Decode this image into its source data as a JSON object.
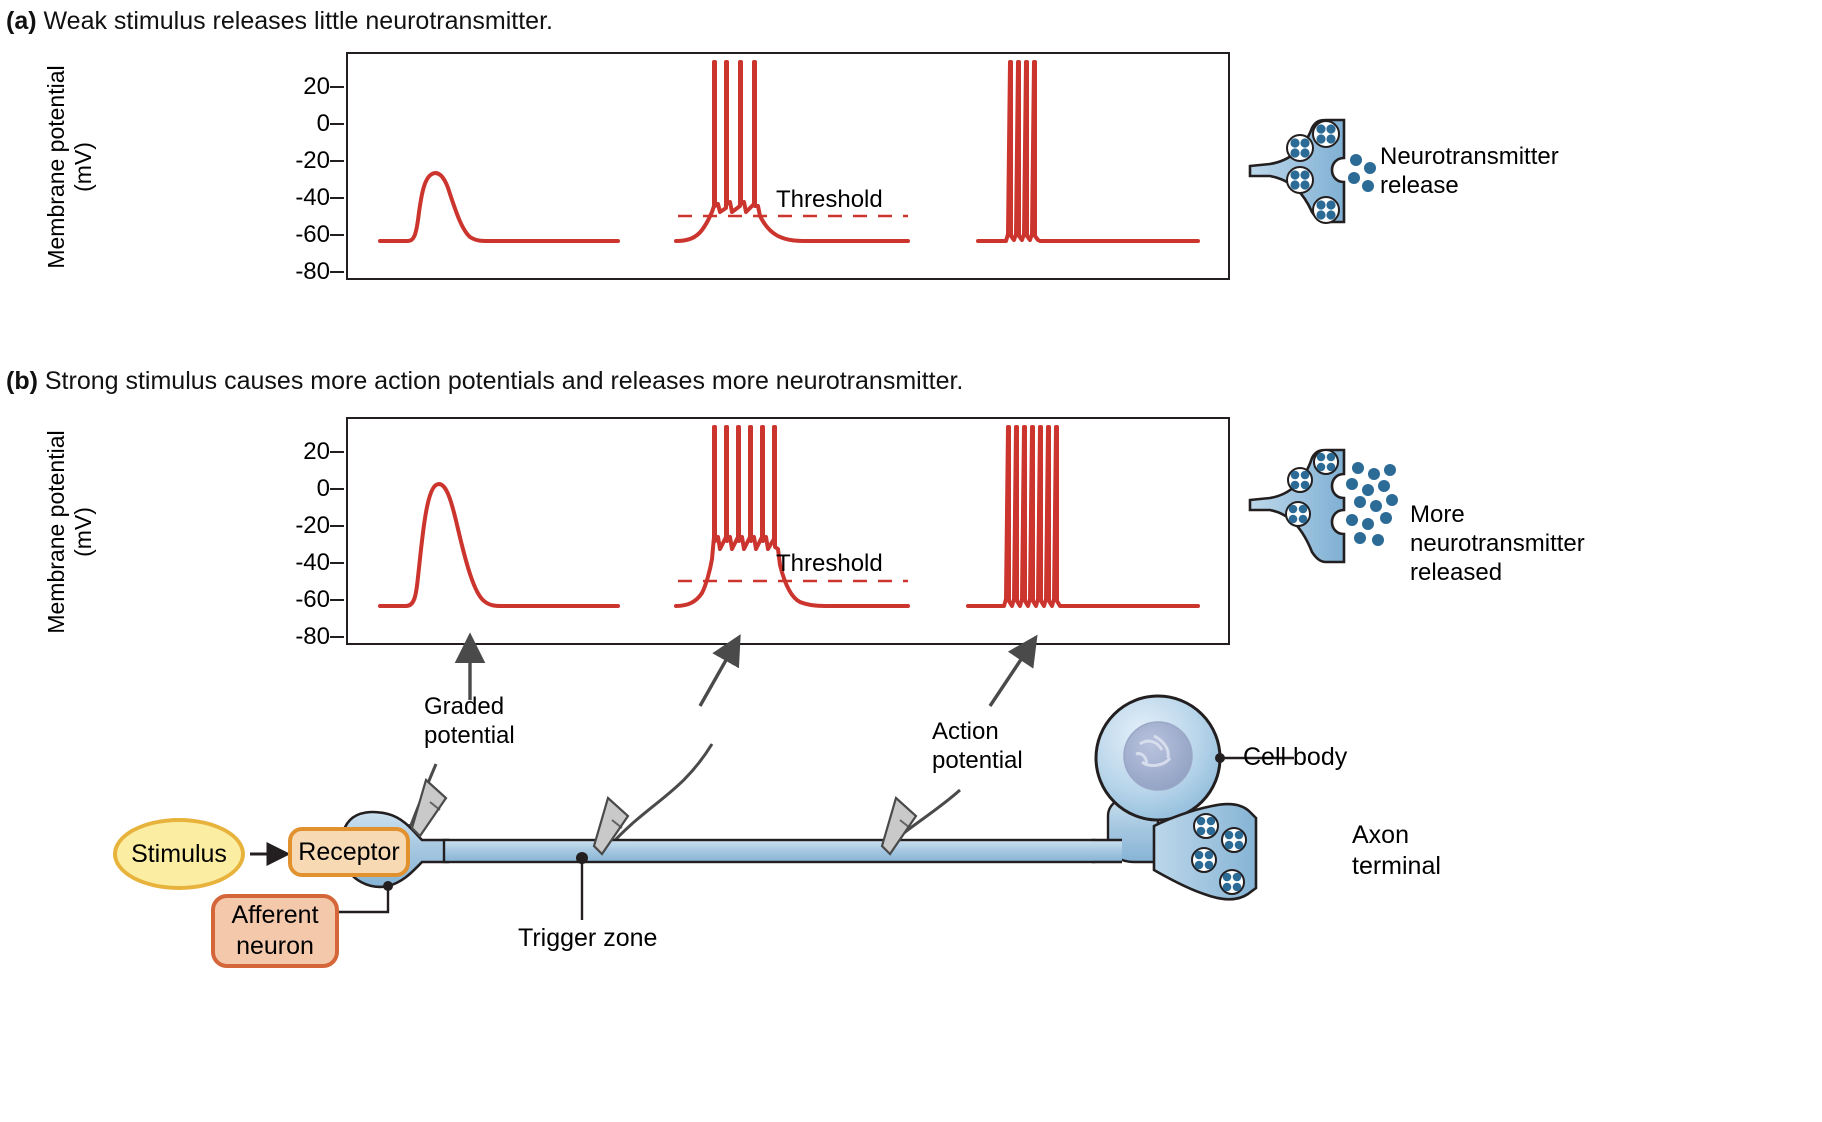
{
  "figure": {
    "panels": [
      {
        "id": "a",
        "tag": "(a)",
        "caption": "Weak stimulus releases little neurotransmitter.",
        "terminal_label_line1": "Neurotransmitter",
        "terminal_label_line2": "release"
      },
      {
        "id": "b",
        "tag": "(b)",
        "caption": "Strong stimulus causes more action potentials and releases more neurotransmitter.",
        "terminal_label_line1": "More",
        "terminal_label_line2": "neurotransmitter",
        "terminal_label_line3": "released"
      }
    ],
    "axis": {
      "title_line1": "Membrane potential",
      "title_line2": "(mV)",
      "tick_labels": [
        "20",
        "0",
        "-20",
        "-40",
        "-60",
        "-80"
      ]
    },
    "threshold_label": "Threshold",
    "callouts": {
      "graded_potential_line1": "Graded",
      "graded_potential_line2": "potential",
      "action_potential_line1": "Action",
      "action_potential_line2": "potential"
    },
    "neuron_diagram": {
      "stimulus": "Stimulus",
      "receptor": "Receptor",
      "afferent_line1": "Afferent",
      "afferent_line2": "neuron",
      "trigger_zone": "Trigger zone",
      "cell_body": "Cell body",
      "axon_terminal_line1": "Axon",
      "axon_terminal_line2": "terminal"
    },
    "colors": {
      "trace": "#cc342e",
      "threshold_dash": "#cc342e",
      "neuron_fill_light": "#cfe2f1",
      "neuron_fill_mid": "#92bcd9",
      "vesicle_dot": "#2b6b96",
      "outline": "#231f20",
      "stimulus_fill": "#fbeea2",
      "stimulus_border": "#e8b33c",
      "receptor_fill": "#f7d9b4",
      "receptor_border": "#e2912f",
      "afferent_fill": "#f4c9ab",
      "afferent_border": "#d4663a",
      "leader_line": "#4a4a4a"
    }
  },
  "chart_data": [
    {
      "id": "panel-a-trace",
      "type": "line",
      "title": "(a) Weak stimulus releases little neurotransmitter.",
      "xlabel": "",
      "ylabel": "Membrane potential (mV)",
      "ylim": [
        -85,
        32
      ],
      "yticks": [
        20,
        0,
        -20,
        -40,
        -60,
        -80
      ],
      "grid": false,
      "legend": "none",
      "resting_potential_mV": -68,
      "threshold_mV": -54,
      "annotations": [
        "Threshold"
      ],
      "segments": [
        {
          "name": "graded potential (subthreshold)",
          "location": "left",
          "peak_mV": -25,
          "spike_count": 0,
          "crosses_threshold": false
        },
        {
          "name": "trigger zone action potentials",
          "location": "middle",
          "depolarization_peak_mV": -54,
          "spike_count": 4,
          "spike_peak_mV": 30,
          "crosses_threshold": true
        },
        {
          "name": "axon action potentials",
          "location": "right",
          "spike_count": 4,
          "spike_peak_mV": 30,
          "baseline_mV": -68,
          "crosses_threshold": true
        }
      ]
    },
    {
      "id": "panel-b-trace",
      "type": "line",
      "title": "(b) Strong stimulus causes more action potentials and releases more neurotransmitter.",
      "xlabel": "",
      "ylabel": "Membrane potential (mV)",
      "ylim": [
        -85,
        32
      ],
      "yticks": [
        20,
        0,
        -20,
        -40,
        -60,
        -80
      ],
      "grid": false,
      "legend": "none",
      "resting_potential_mV": -68,
      "threshold_mV": -54,
      "annotations": [
        "Threshold",
        "Graded potential",
        "Action potential"
      ],
      "segments": [
        {
          "name": "graded potential (suprathreshold)",
          "location": "left",
          "peak_mV": -1,
          "spike_count": 0,
          "crosses_threshold": true
        },
        {
          "name": "trigger zone action potentials",
          "location": "middle",
          "depolarization_peak_mV": -40,
          "spike_count": 6,
          "spike_peak_mV": 30,
          "crosses_threshold": true
        },
        {
          "name": "axon action potentials",
          "location": "right",
          "spike_count": 7,
          "spike_peak_mV": 30,
          "baseline_mV": -68,
          "crosses_threshold": true
        }
      ]
    }
  ]
}
